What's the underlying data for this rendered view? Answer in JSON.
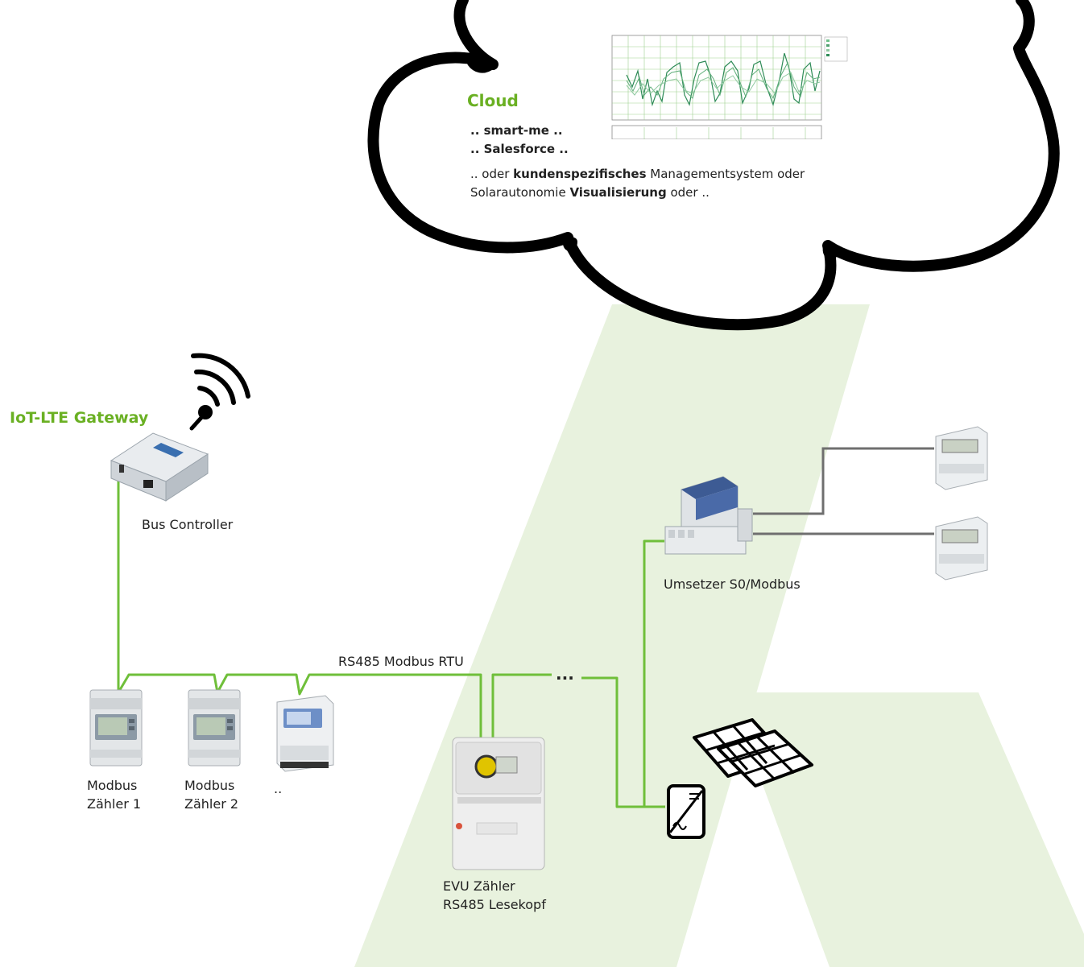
{
  "colors": {
    "accent_green": "#6ab023",
    "wire_green": "#6fbf3a",
    "background_shape": "#e6f1dc",
    "cloud_outline": "#000000",
    "wire_gray": "#6f6f6f"
  },
  "cloud": {
    "title": "Cloud",
    "line1": ".. smart-me ..",
    "line2": ".. Salesforce ..",
    "line3_prefix": ".. oder ",
    "line3_bold": "kundenspezifisches",
    "line3_suffix": " Managementsystem oder",
    "line4_prefix": "Solarautonomie ",
    "line4_bold": "Visualisierung",
    "line4_suffix": " oder .."
  },
  "gateway": {
    "title": "IoT-LTE Gateway",
    "device_label": "Bus Controller"
  },
  "bus": {
    "label": "RS485 Modbus RTU",
    "continuation": "..."
  },
  "meters": {
    "meter1_line1": "Modbus",
    "meter1_line2": "Zähler 1",
    "meter2_line1": "Modbus",
    "meter2_line2": "Zähler 2",
    "more": ".."
  },
  "evu": {
    "line1": "EVU Zähler",
    "line2": "RS485 Lesekopf"
  },
  "converter": {
    "label": "Umsetzer S0/Modbus"
  },
  "icons": [
    "wifi-icon",
    "router-icon",
    "energy-meter-icon",
    "inverter-icon",
    "solar-panel-icon",
    "cloud-icon",
    "chart-thumbnail"
  ]
}
